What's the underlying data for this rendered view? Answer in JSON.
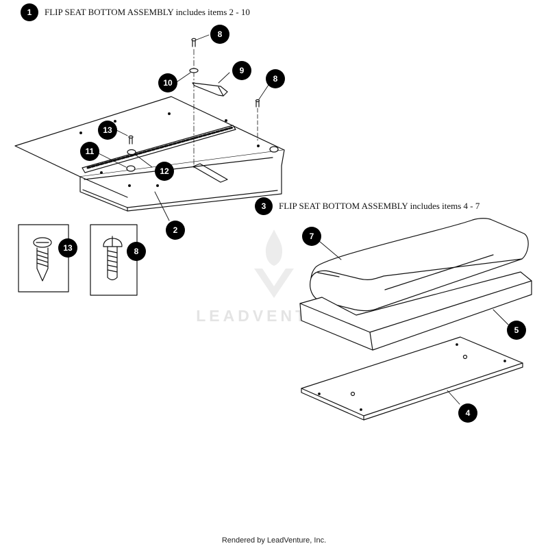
{
  "watermark": {
    "brand": "LEADVENTURE",
    "logo": "leadventure-flame-v-logo"
  },
  "headers": [
    {
      "number": "1",
      "text": "FLIP SEAT BOTTOM ASSEMBLY includes items 2 - 10"
    },
    {
      "number": "3",
      "text": "FLIP SEAT BOTTOM ASSEMBLY includes items 4 - 7"
    }
  ],
  "callouts": {
    "screw_top": "8",
    "hinge_pin": "10",
    "latch": "9",
    "screw_right": "8",
    "screw_small": "13",
    "nut_small": "11",
    "washer": "12",
    "seat_base": "2",
    "detail_13": "13",
    "detail_8": "8",
    "cushion_top": "7",
    "foam_pad": "5",
    "seat_board": "4"
  },
  "footer": "Rendered by LeadVenture, Inc.",
  "colors": {
    "line": "#111111",
    "badge": "#000000",
    "watermark": "#e4e4e4"
  }
}
